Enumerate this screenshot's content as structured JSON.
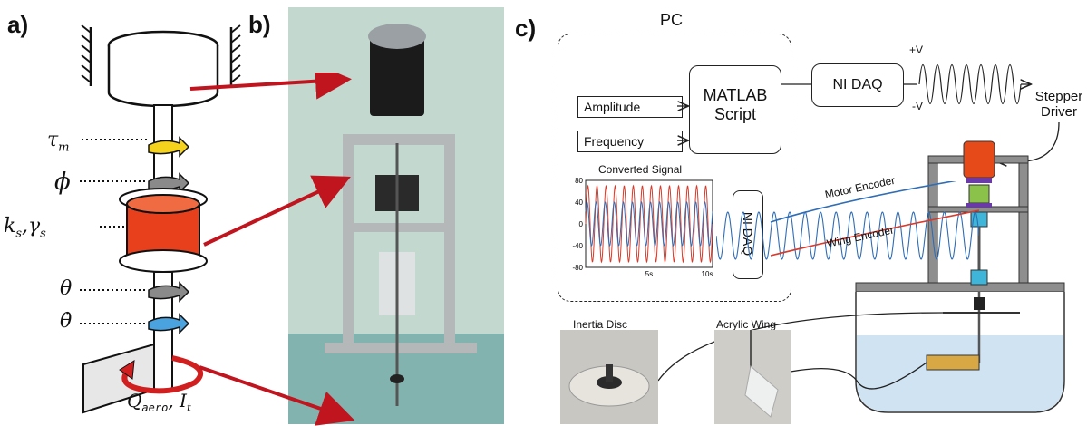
{
  "panels": {
    "a": "a)",
    "b": "b)",
    "c": "c)"
  },
  "panel_a": {
    "symbols": {
      "tau": "τ",
      "tau_sub": "m",
      "phi": "ϕ",
      "k": "k",
      "k_sub": "s",
      "gamma": "γ",
      "gamma_sub": "s",
      "theta": "θ",
      "theta_dot": "θ̇",
      "Q": "Q",
      "Q_sub": "aero",
      "I": "I",
      "I_sub": "t"
    },
    "colors": {
      "spring": "#e8401c",
      "yellow_arrow": "#f5d31c",
      "blue_arrow": "#4aa3df",
      "gray_arrow": "#8a8a8a",
      "red_arrow": "#d11f1f"
    }
  },
  "panel_c": {
    "pc_label": "PC",
    "amplitude": "Amplitude",
    "frequency": "Frequency",
    "matlab_line1": "MATLAB",
    "matlab_line2": "Script",
    "ni_daq_top": "NI DAQ",
    "ni_daq_rot": "NI DAQ",
    "plus_v": "+V",
    "minus_v": "-V",
    "stepper_line1": "Stepper",
    "stepper_line2": "Driver",
    "converted_signal": "Converted Signal",
    "motor_encoder": "Motor Encoder",
    "wing_encoder": "Wing Encoder",
    "inertia_disc": "Inertia Disc",
    "acrylic_wing": "Acrylic Wing",
    "colors": {
      "motor_signal": "#2f6db5",
      "wing_signal": "#d83b2b",
      "motor_block": "#e64a19",
      "frame": "#8e8e8e",
      "water": "#cfe3f3",
      "wing": "#d8a845",
      "coupler_green": "#8bc34a",
      "coupler_purple": "#6a3aa8",
      "cyan_block": "#3fb6d9"
    }
  },
  "chart_data": {
    "type": "line",
    "title": "Converted Signal",
    "xlabel": "",
    "ylabel": "",
    "ylim": [
      -80,
      80
    ],
    "xlim": [
      0,
      10
    ],
    "y_ticks": [
      "80",
      "40",
      "0",
      "-40",
      "-80"
    ],
    "x_ticks": [
      "5s",
      "10s"
    ],
    "series": [
      {
        "color": "#d83b2b",
        "amplitude": 70,
        "cycles": 14
      },
      {
        "color": "#2f6db5",
        "amplitude": 40,
        "cycles": 14
      }
    ]
  }
}
